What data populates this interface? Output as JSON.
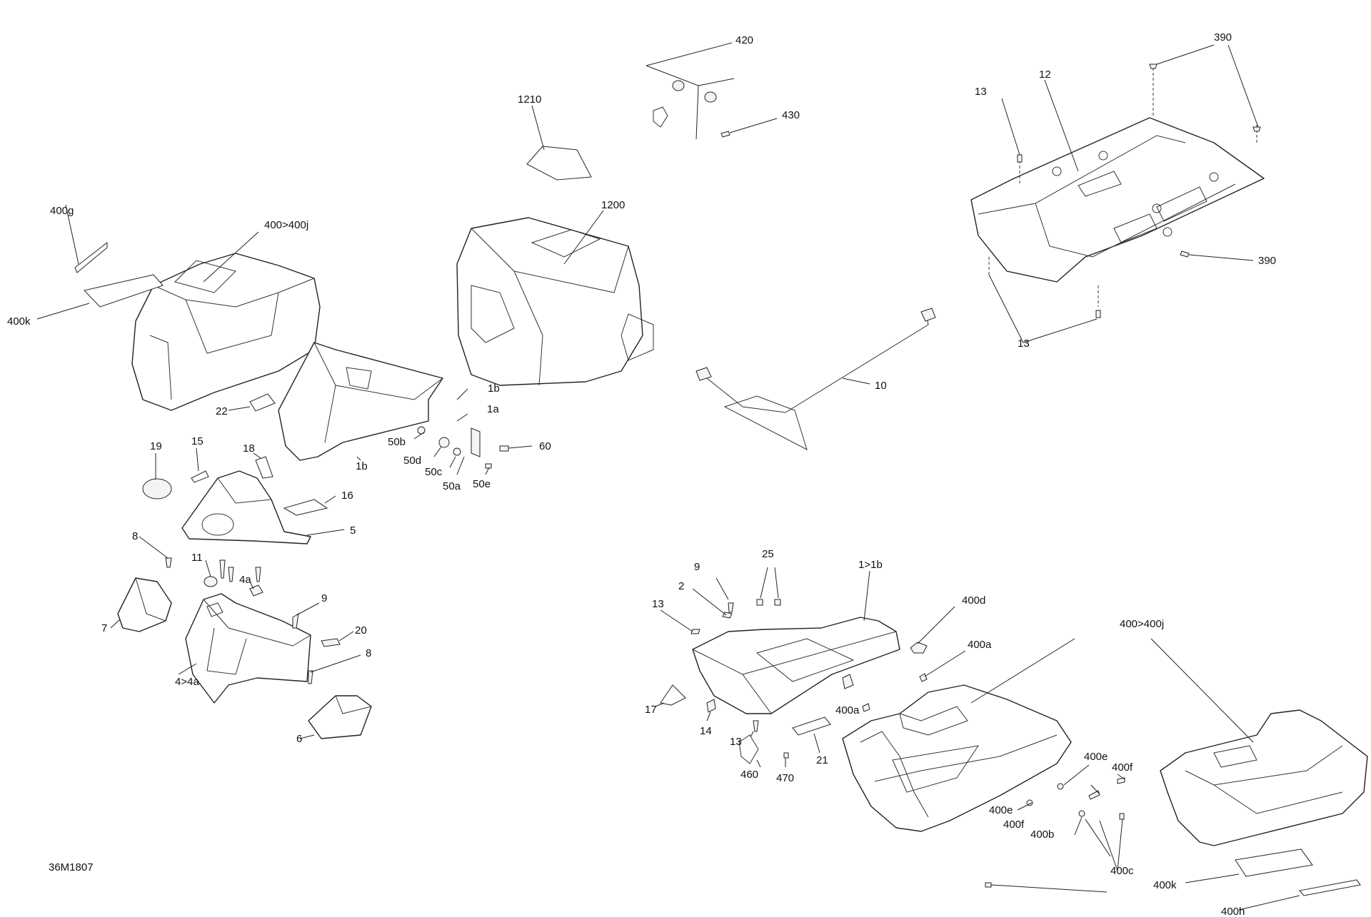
{
  "drawing_code": "36M1807",
  "callouts": {
    "c420": "420",
    "c430": "430",
    "c1210": "1210",
    "c1200": "1200",
    "c390a": "390",
    "c390b": "390",
    "c13a": "13",
    "c12": "12",
    "c13b": "13",
    "c400g": "400g",
    "c400_400j_a": "400>400j",
    "c400k_a": "400k",
    "c22": "22",
    "c1b_a": "1b",
    "c1a": "1a",
    "c1b_b": "1b",
    "c50b": "50b",
    "c50d": "50d",
    "c50c": "50c",
    "c50a": "50a",
    "c50e": "50e",
    "c60": "60",
    "c10": "10",
    "c19": "19",
    "c15": "15",
    "c18": "18",
    "c16": "16",
    "c5": "5",
    "c8a": "8",
    "c11": "11",
    "c4a": "4a",
    "c9a": "9",
    "c7": "7",
    "c20": "20",
    "c8b": "8",
    "c4_4a": "4>4a",
    "c6": "6",
    "c9b": "9",
    "c25": "25",
    "c1_1b": "1>1b",
    "c2": "2",
    "c13c": "13",
    "c400d": "400d",
    "c400a_a": "400a",
    "c400_400j_b": "400>400j",
    "c17": "17",
    "c14": "14",
    "c400a_b": "400a",
    "c13d": "13",
    "c21": "21",
    "c460": "460",
    "c470": "470",
    "c400e_a": "400e",
    "c400f_a": "400f",
    "c400e_b": "400e",
    "c400f_b": "400f",
    "c400b": "400b",
    "c400c": "400c",
    "c400k_b": "400k",
    "c400h": "400h"
  }
}
